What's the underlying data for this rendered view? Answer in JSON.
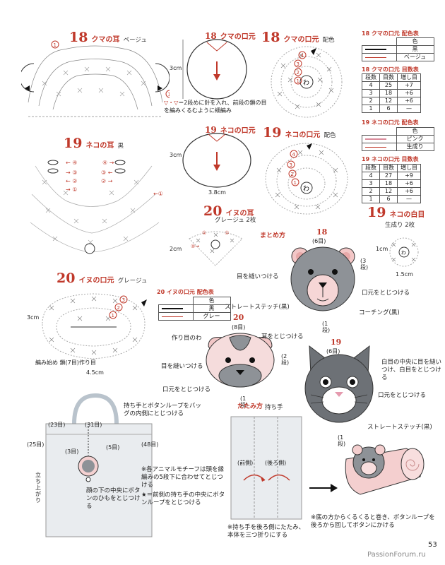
{
  "bear_ear": {
    "num": "18",
    "title": "クマの耳",
    "color": "ベージュ"
  },
  "bear_mouth": {
    "num": "18",
    "title": "クマの口元",
    "dim": "3cm"
  },
  "bear_face": {
    "num": "18",
    "title": "クマの口元",
    "sub": "配色"
  },
  "bear_color_table": {
    "title": "18 クマの口元 配色表",
    "header": "色",
    "rows": [
      "黒",
      "ベージュ"
    ]
  },
  "bear_stitch_table": {
    "title": "18 クマの口元 目数表",
    "headers": [
      "段数",
      "目数",
      "増し目"
    ],
    "rows": [
      [
        "4",
        "25",
        "+7"
      ],
      [
        "3",
        "18",
        "+6"
      ],
      [
        "2",
        "12",
        "+6"
      ],
      [
        "1",
        "6",
        "—"
      ]
    ]
  },
  "legend_note": "＝2段めに針を入れ、前段の鎖の目を編みくるむように細編み",
  "cat_ear": {
    "num": "19",
    "title": "ネコの耳",
    "color": "黒"
  },
  "cat_mouth": {
    "num": "19",
    "title": "ネコの口元",
    "dim_v": "3cm",
    "dim_h": "3.8cm"
  },
  "cat_face": {
    "num": "19",
    "title": "ネコの口元",
    "sub": "配色"
  },
  "cat_color_table": {
    "title": "19 ネコの口元 配色表",
    "header": "色",
    "rows": [
      "ピンク",
      "生成り"
    ]
  },
  "cat_stitch_table": {
    "title": "19 ネコの口元 目数表",
    "headers": [
      "段数",
      "目数",
      "増し目"
    ],
    "rows": [
      [
        "4",
        "27",
        "+9"
      ],
      [
        "3",
        "18",
        "+6"
      ],
      [
        "2",
        "12",
        "+6"
      ],
      [
        "1",
        "6",
        "—"
      ]
    ]
  },
  "cat_eye": {
    "num": "19",
    "title": "ネコの白目",
    "sub": "生成り 2枚",
    "dim_v": "1cm",
    "dim_h": "1.5cm"
  },
  "dog_ear": {
    "num": "20",
    "title": "イヌの耳",
    "sub": "グレージュ 2枚",
    "dim": "2cm"
  },
  "dog_mouth": {
    "num": "20",
    "title": "イヌの口元",
    "color": "グレージュ",
    "dim_v": "3cm",
    "dim_h": "4.5cm",
    "start_note": "編み始め 鎖(7目)作り目"
  },
  "dog_color_table": {
    "title": "20 イヌの口元 配色表",
    "header": "色",
    "rows": [
      "黒",
      "グレー"
    ]
  },
  "assembly": {
    "title": "まとめ方",
    "bear": {
      "num": "18",
      "top": "(6目)",
      "side": "(3段)",
      "bottom": "(1段)",
      "labels": [
        "目を縫いつける",
        "口元をとじつける",
        "ストレートステッチ(黒)",
        "コーチング(黒)"
      ]
    },
    "dog": {
      "num": "20",
      "top": "(8目)",
      "side": "(2段)",
      "bottom": "(1段)",
      "labels": [
        "作り目のわ",
        "耳をとじつける",
        "目を縫いつける",
        "口元をとじつける"
      ]
    },
    "cat": {
      "num": "19",
      "top": "(6目)",
      "bottom": "(1段)",
      "labels": [
        "白目の中央に目を縫いつけ、白目をとじつける",
        "口元をとじつける",
        "ストレートステッチ(黒)"
      ]
    }
  },
  "bag": {
    "handle_note": "持ち手とボタンループをバッグの内側にとじつける",
    "dims": {
      "top1": "(23目)",
      "top2": "(31目)",
      "left": "(25目)",
      "right": "(48目)",
      "ml": "(3目)",
      "mr": "(5目)"
    },
    "side": "立ち上がり",
    "motif_note": "※各アニマルモチーフは頭を縁編みの5段下に合わせてとじつける",
    "loop_note": "★＝前側の持ち手の中央にボタンループをとじつける",
    "button_note": "顔の下の中央にボタンのひもをとじつける"
  },
  "fold": {
    "title": "たたみ方",
    "handle": "持ち手",
    "front": "(前側)",
    "back": "(後ろ側)",
    "note1": "※持ち手を後ろ側にたたみ、本体を三つ折りにする",
    "note2": "※底の方からくるくると巻き、ボタンループを後ろから回してボタンにかける"
  },
  "page_number": "53",
  "watermark": "PassionForum.ru"
}
